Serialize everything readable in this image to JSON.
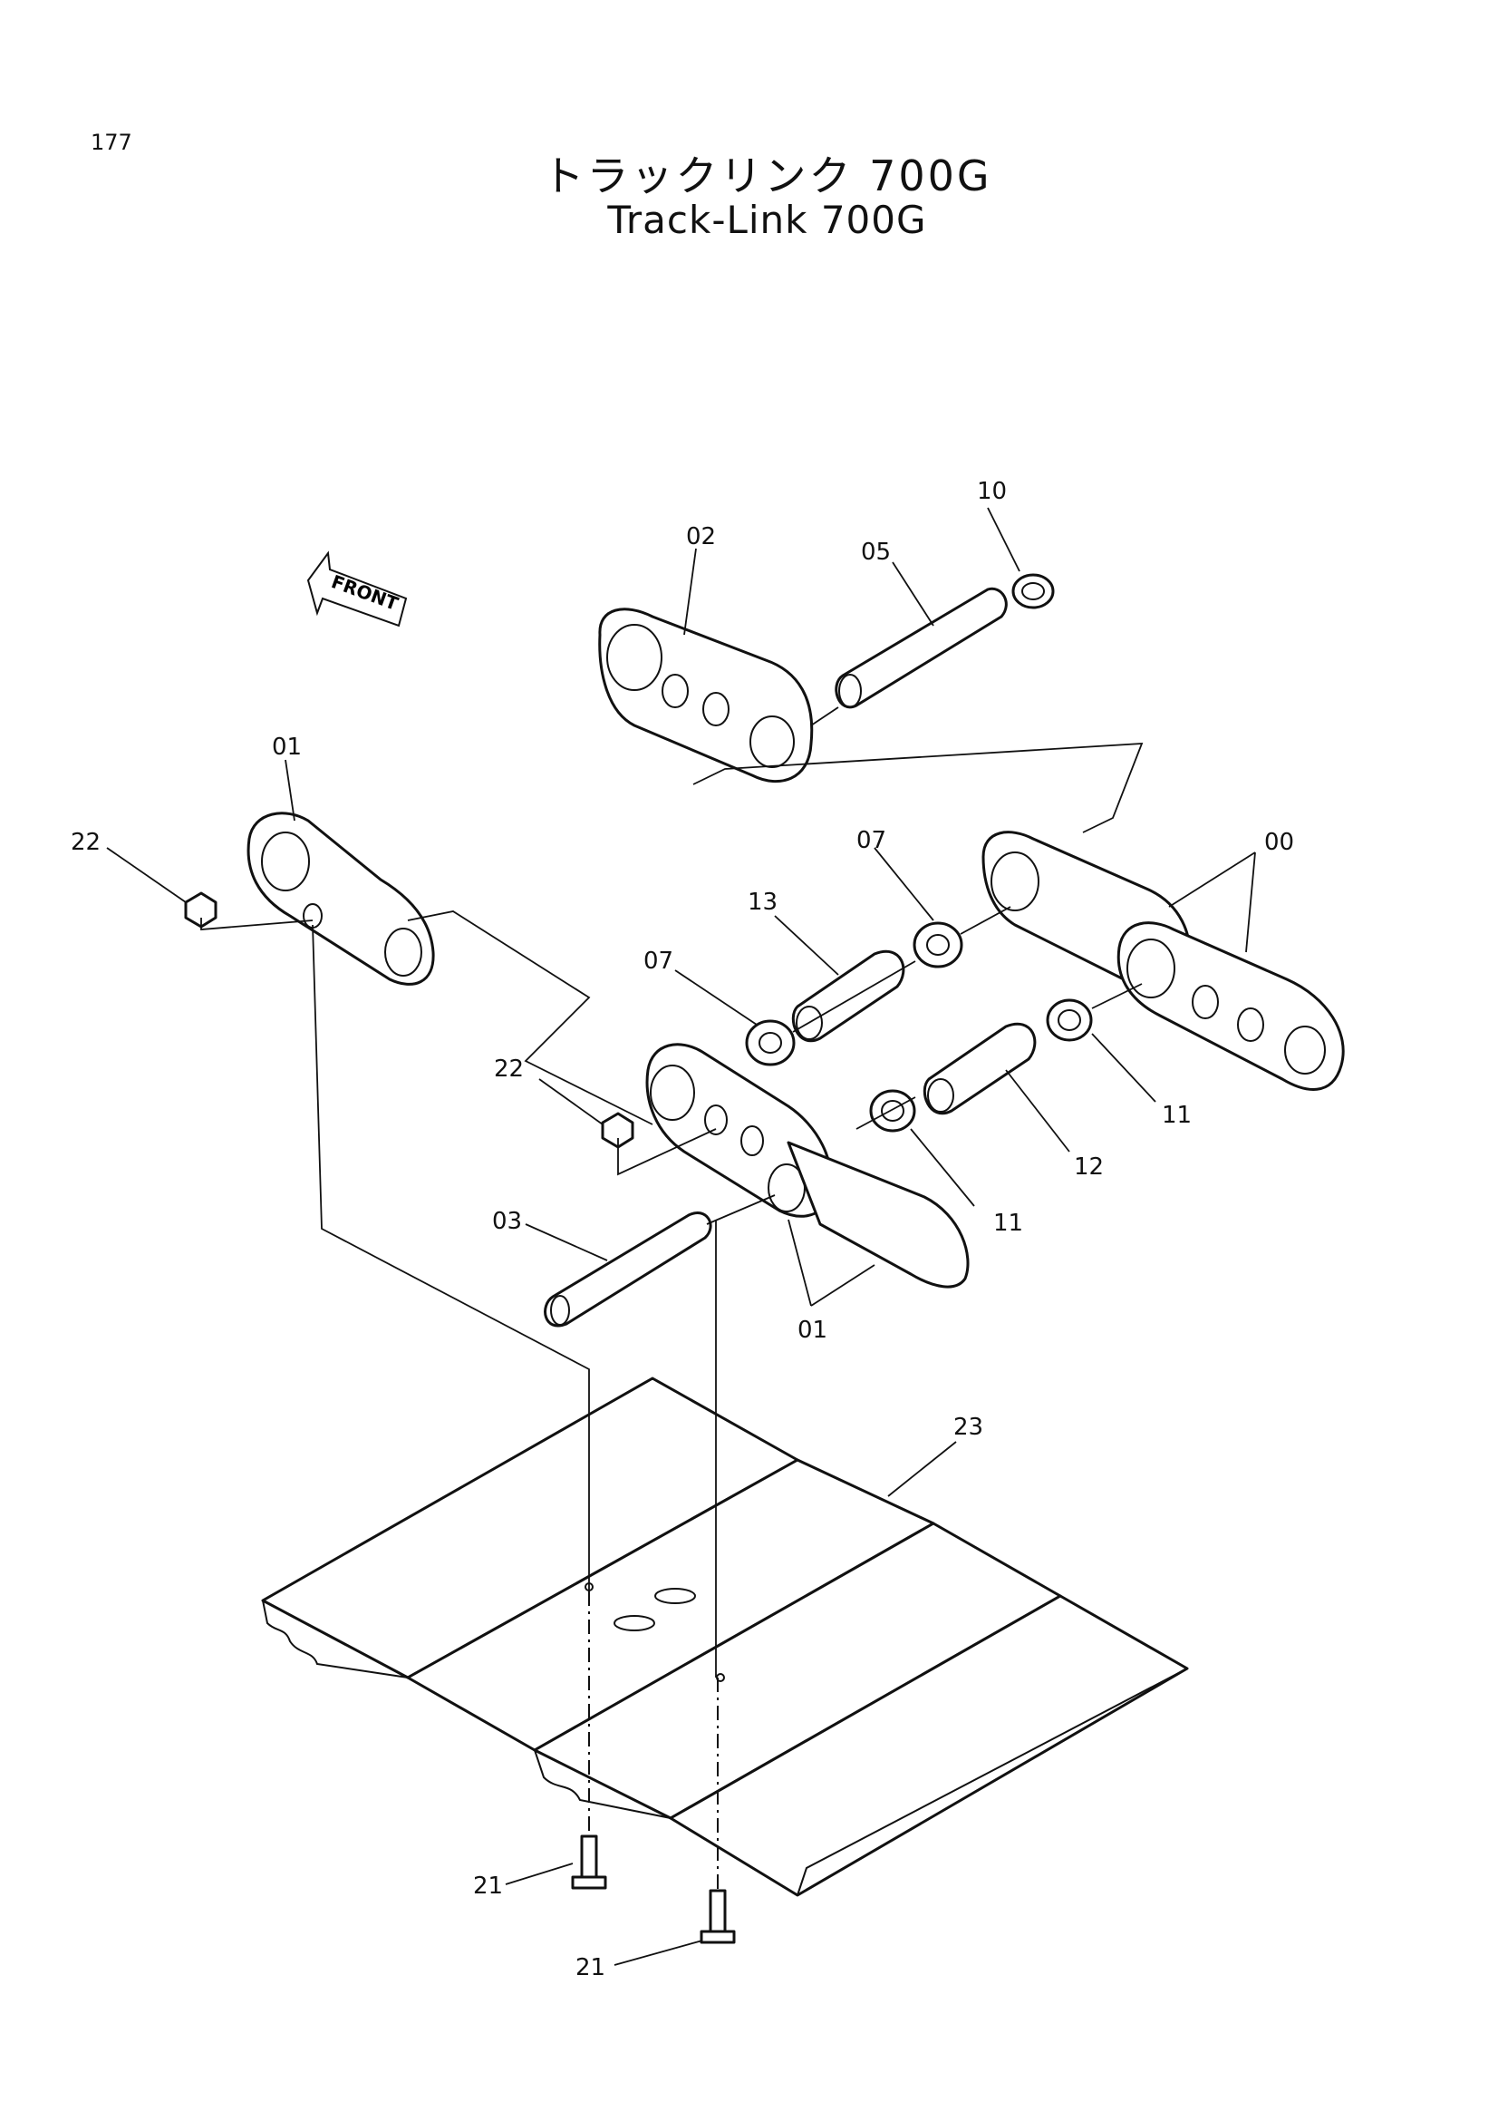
{
  "page_number": "177",
  "title_ja": "トラックリンク 700G",
  "title_en": "Track-Link 700G",
  "front_label": "FRONT",
  "callouts": {
    "c00": "00",
    "c01a": "01",
    "c01b": "01",
    "c02": "02",
    "c03": "03",
    "c05": "05",
    "c07a": "07",
    "c07b": "07",
    "c10": "10",
    "c11a": "11",
    "c11b": "11",
    "c12": "12",
    "c13": "13",
    "c21a": "21",
    "c21b": "21",
    "c22a": "22",
    "c22b": "22",
    "c23": "23"
  }
}
